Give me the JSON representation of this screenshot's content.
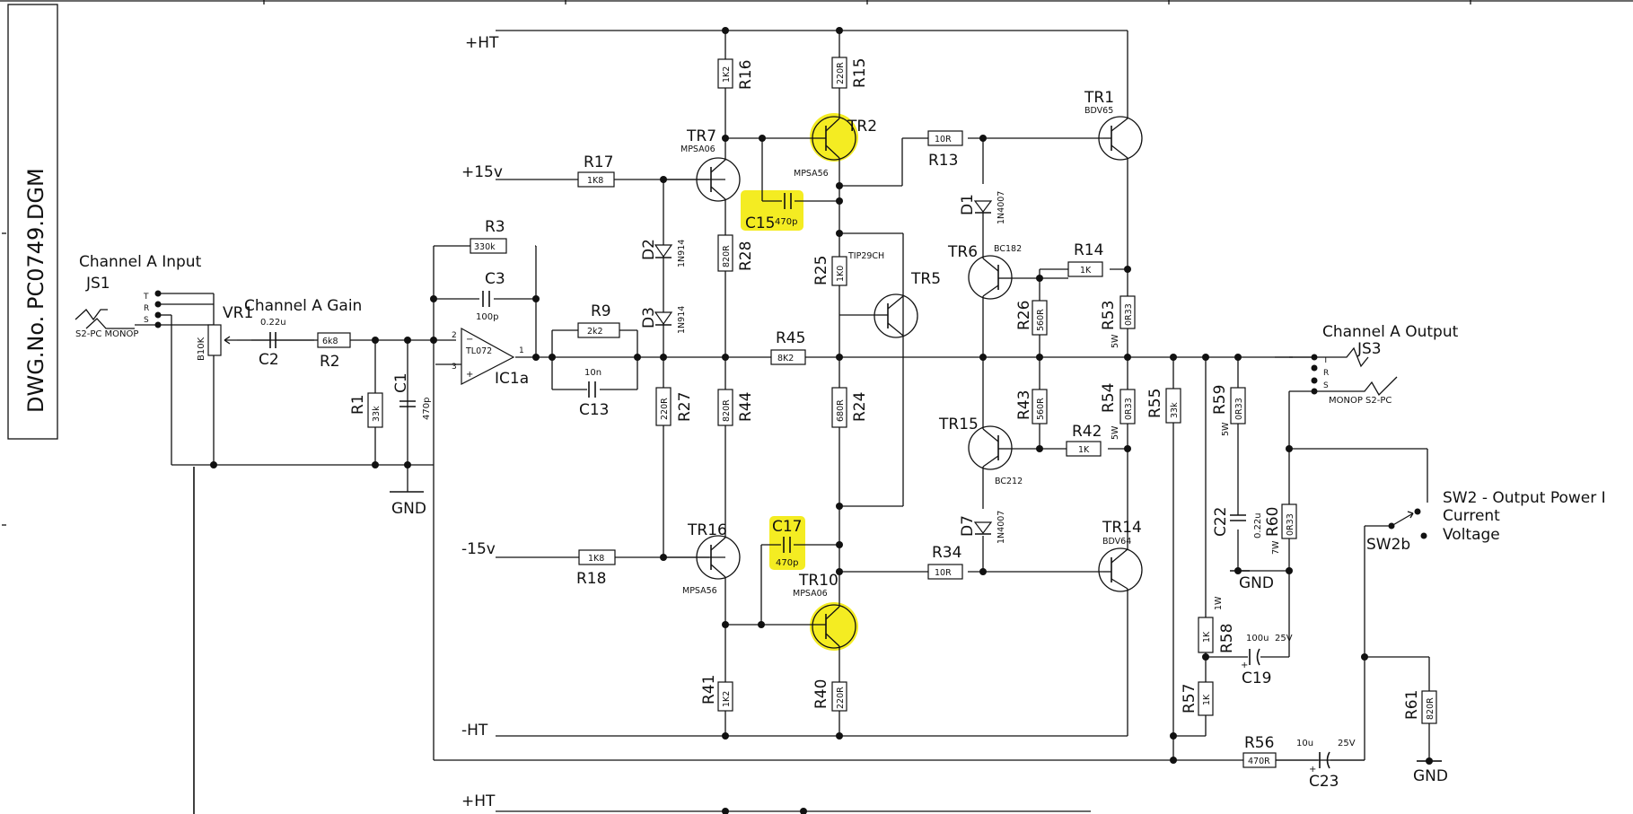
{
  "title_block": {
    "dwg_label": "DWG.No.",
    "dwg_number": "PC0749.DGM"
  },
  "rails": {
    "plus_ht": "+HT",
    "plus_15": "+15v",
    "minus_15": "-15v",
    "minus_ht": "-HT",
    "plus_ht_bottom": "+HT"
  },
  "io": {
    "input_title": "Channel A Input",
    "js1": "JS1",
    "js1_pins": [
      "T",
      "R",
      "S"
    ],
    "js1_type": "S2-PC  MONOP",
    "gain_title": "Channel A Gain",
    "vr1": "VR1",
    "vr1_value": "B10K",
    "output_title": "Channel A Output",
    "js3": "JS3",
    "js3_pins": [
      "T",
      "R",
      "S"
    ],
    "js3_type": "MONOP   S2-PC",
    "gnd": "GND",
    "sw2_title": "SW2 - Output Power I",
    "sw2_current": "Current",
    "sw2_voltage": "Voltage",
    "sw2b": "SW2b"
  },
  "ic": {
    "label": "IC1a",
    "part": "TL072",
    "pin_minus": "2",
    "pin_plus": "3",
    "pin_out": "1"
  },
  "resistors": {
    "R1": {
      "name": "R1",
      "value": "33k"
    },
    "R2": {
      "name": "R2",
      "value": "6k8"
    },
    "R3": {
      "name": "R3",
      "value": "330k"
    },
    "R9": {
      "name": "R9",
      "value": "2k2"
    },
    "R13": {
      "name": "R13",
      "value": "10R"
    },
    "R14": {
      "name": "R14",
      "value": "1K"
    },
    "R15": {
      "name": "R15",
      "value": "220R"
    },
    "R16": {
      "name": "R16",
      "value": "1K2"
    },
    "R17": {
      "name": "R17",
      "value": "1K8"
    },
    "R18": {
      "name": "R18",
      "value": "1K8"
    },
    "R24": {
      "name": "R24",
      "value": "680R"
    },
    "R25": {
      "name": "R25",
      "value": "1K0"
    },
    "R26": {
      "name": "R26",
      "value": "560R"
    },
    "R27": {
      "name": "R27",
      "value": "220R"
    },
    "R28": {
      "name": "R28",
      "value": "820R"
    },
    "R34": {
      "name": "R34",
      "value": "10R"
    },
    "R40": {
      "name": "R40",
      "value": "220R"
    },
    "R41": {
      "name": "R41",
      "value": "1K2"
    },
    "R42": {
      "name": "R42",
      "value": "1K"
    },
    "R43": {
      "name": "R43",
      "value": "560R"
    },
    "R44": {
      "name": "R44",
      "value": "820R"
    },
    "R45": {
      "name": "R45",
      "value": "8K2"
    },
    "R53": {
      "name": "R53",
      "value": "0R33",
      "rating": "5W"
    },
    "R54": {
      "name": "R54",
      "value": "0R33",
      "rating": "5W"
    },
    "R55": {
      "name": "R55",
      "value": "33k"
    },
    "R56": {
      "name": "R56",
      "value": "470R"
    },
    "R57": {
      "name": "R57",
      "value": "1K"
    },
    "R58": {
      "name": "R58",
      "value": "1K",
      "rating": "1W"
    },
    "R59": {
      "name": "R59",
      "value": "0R33",
      "rating": "5W"
    },
    "R60": {
      "name": "R60",
      "value": "0R33",
      "rating": "7W"
    },
    "R61": {
      "name": "R61",
      "value": "820R"
    }
  },
  "capacitors": {
    "C1": {
      "name": "C1",
      "value": "470p"
    },
    "C2": {
      "name": "C2",
      "value": "0.22u"
    },
    "C3": {
      "name": "C3",
      "value": "100p"
    },
    "C13": {
      "name": "C13",
      "value": "10n"
    },
    "C15": {
      "name": "C15",
      "value": "470p"
    },
    "C17": {
      "name": "C17",
      "value": "470p"
    },
    "C19": {
      "name": "C19",
      "value": "100u",
      "rating": "25V"
    },
    "C22": {
      "name": "C22",
      "value": "0.22u"
    },
    "C23": {
      "name": "C23",
      "value": "10u",
      "rating": "25V"
    }
  },
  "diodes": {
    "D1": {
      "name": "D1",
      "part": "1N4007"
    },
    "D2": {
      "name": "D2",
      "part": "1N914"
    },
    "D3": {
      "name": "D3",
      "part": "1N914"
    },
    "D7": {
      "name": "D7",
      "part": "1N4007"
    }
  },
  "transistors": {
    "TR1": {
      "name": "TR1",
      "part": "BDV65"
    },
    "TR2": {
      "name": "TR2",
      "part": "MPSA56"
    },
    "TR5": {
      "name": "TR5",
      "part": "TIP29CH"
    },
    "TR6": {
      "name": "TR6",
      "part": "BC182"
    },
    "TR7": {
      "name": "TR7",
      "part": "MPSA06"
    },
    "TR10": {
      "name": "TR10",
      "part": "MPSA06"
    },
    "TR14": {
      "name": "TR14",
      "part": "BDV64"
    },
    "TR15": {
      "name": "TR15",
      "part": "BC212"
    },
    "TR16": {
      "name": "TR16",
      "part": "MPSA56"
    }
  },
  "colors": {
    "highlight": "#f4ec22",
    "ink": "#111111"
  }
}
